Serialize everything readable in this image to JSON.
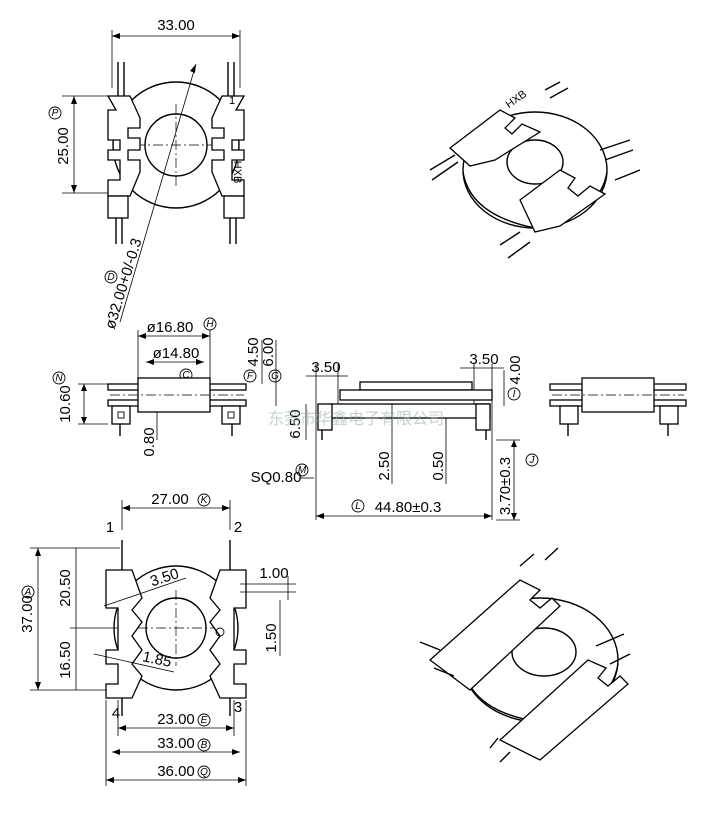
{
  "top_view": {
    "width": "33.00",
    "height": "25.00",
    "height_ref": "P",
    "diameter": "ø32.00+0/-0.3",
    "diameter_ref": "D",
    "marking": "HXB",
    "pin_mark": "1"
  },
  "side_view": {
    "outer_dia": "ø16.80",
    "outer_dia_ref": "H",
    "inner_dia": "ø14.80",
    "inner_dia_ref": "C",
    "overall_height": "10.60",
    "overall_height_ref": "N",
    "h1": "4.50",
    "h1_ref": "F",
    "h2": "6.00",
    "h2_ref": "G",
    "pin_offset": "0.80"
  },
  "front_view": {
    "left_gap": "3.50",
    "right_gap": "3.50",
    "height": "4.00",
    "height_ref": "I",
    "pin_len": "6.50",
    "pin_len_ref": "M",
    "pin_size": "SQ0.80",
    "base_h1": "2.50",
    "base_h2": "0.50",
    "pin_span": "44.80±0.3",
    "pin_span_ref": "L",
    "pin_height": "3.70±0.3",
    "pin_height_ref": "J"
  },
  "bottom_view": {
    "width": "27.00",
    "width_ref": "K",
    "overall": "37.00",
    "overall_ref": "A",
    "upper": "20.50",
    "lower": "16.50",
    "slot": "3.50",
    "slot2": "1.85",
    "tab": "1.00",
    "tab2": "1.50",
    "inner_width": "23.00",
    "inner_width_ref": "E",
    "mid_width": "33.00",
    "mid_width_ref": "B",
    "outer_width": "36.00",
    "outer_width_ref": "Q",
    "pins": [
      "1",
      "2",
      "3",
      "4"
    ]
  },
  "watermark": "东莞市华鑫电子有限公司"
}
